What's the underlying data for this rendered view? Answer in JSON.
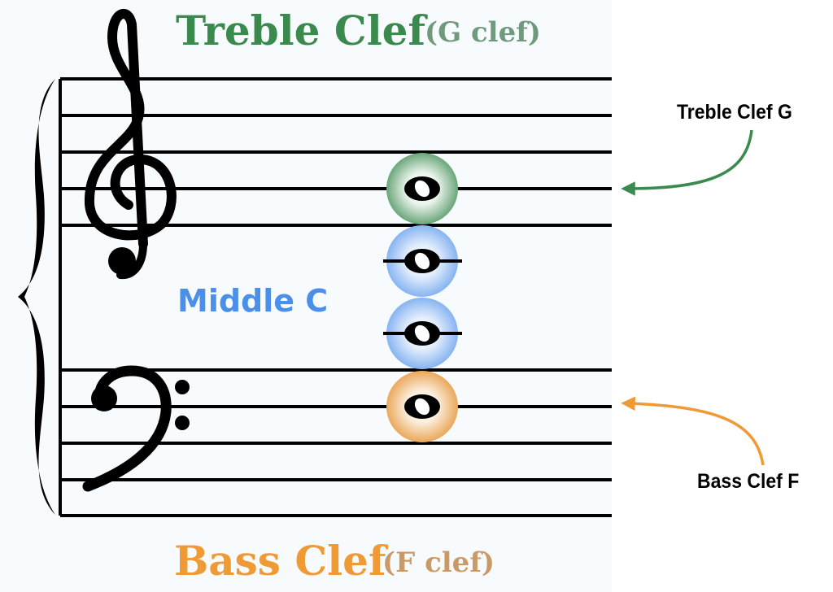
{
  "titles": {
    "treble_main": "Treble Clef",
    "treble_sub": "(G clef)",
    "bass_main": "Bass Clef",
    "bass_sub": "(F clef)",
    "middle": "Middle C"
  },
  "callouts": {
    "treble": "Treble Clef G",
    "bass": "Bass Clef F"
  },
  "colors": {
    "treble": "#3a8a4e",
    "treble_sub": "#6f9a7c",
    "middle": "#4a8fea",
    "bass": "#ef9a35",
    "bass_sub": "#c99a66",
    "ink": "#000000"
  },
  "notes": [
    {
      "name": "treble-clef-g-note",
      "highlight": "treble"
    },
    {
      "name": "middle-c-note-upper",
      "highlight": "middle",
      "ledger": true
    },
    {
      "name": "middle-c-note-lower",
      "highlight": "middle",
      "ledger": true
    },
    {
      "name": "bass-clef-f-note",
      "highlight": "bass"
    }
  ],
  "icons": {
    "brace": "brace-icon",
    "treble_clef": "treble-clef-icon",
    "bass_clef": "bass-clef-icon"
  }
}
